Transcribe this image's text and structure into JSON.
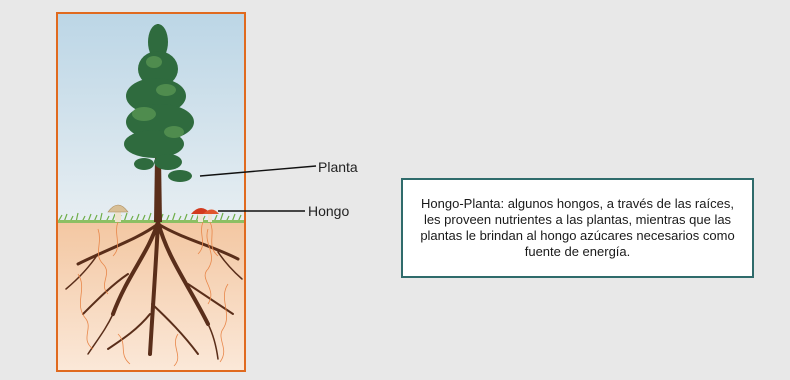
{
  "labels": {
    "plant": "Planta",
    "fungus": "Hongo"
  },
  "description": "Hongo-Planta: algunos hongos, a través de las raíces, les proveen nutrientes a las plantas, mientras que las plantas le brindan al hongo azúcares necesarios como fuente de energía.",
  "colors": {
    "frame": "#e06a1f",
    "textbox_border": "#2f6b6b",
    "sky": "#c9dce6",
    "soil": "#f2c9a6",
    "foliage": "#2f6b3e",
    "trunk": "#5a2e1a",
    "mushroom_red": "#d23a1e",
    "mushroom_tan": "#e6d2b0",
    "grass": "#6fae4a"
  },
  "icons": [
    "tree-illustration",
    "mushroom-icon",
    "roots-illustration"
  ]
}
